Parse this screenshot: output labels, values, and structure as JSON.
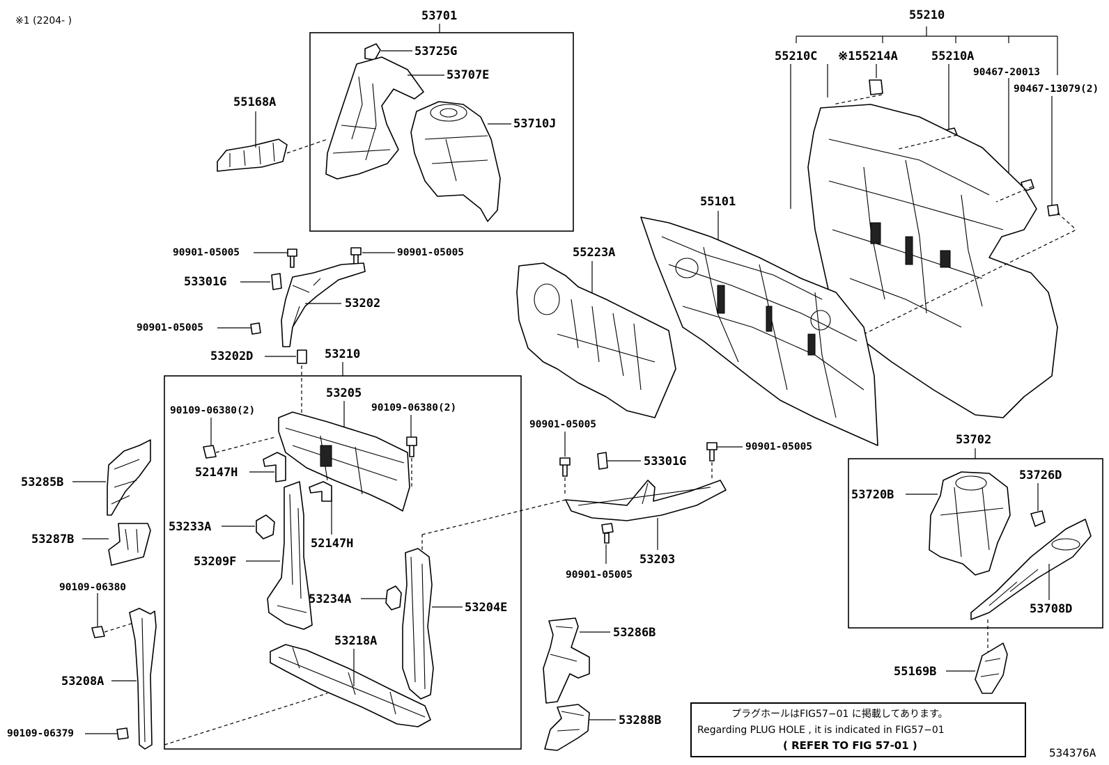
{
  "header_note": "※1 (2204-      )",
  "figure_id": "534376A",
  "note": {
    "line1": "プラグホールはFIG57−01 に掲載してあります。",
    "line2": "Regarding  PLUG HOLE , it is  indicated  in  FIG57−01",
    "line3": "(    REFER  TO  FIG  57-01   )"
  },
  "parts": {
    "p53701": "53701",
    "p53725G": "53725G",
    "p53707E": "53707E",
    "p53710J": "53710J",
    "p55168A": "55168A",
    "p55210": "55210",
    "p55210C": "55210C",
    "p55214A": "※155214A",
    "p55210A": "55210A",
    "p90467_20013": "90467-20013",
    "p90467_13079": "90467-13079(2)",
    "p55101": "55101",
    "p55223A": "55223A",
    "p90901_05005_a": "90901-05005",
    "p90901_05005_b": "90901-05005",
    "p53301G_a": "53301G",
    "p53202": "53202",
    "p90901_05005_c": "90901-05005",
    "p53202D": "53202D",
    "p53210": "53210",
    "p53205": "53205",
    "p90109_06380_2a": "90109-06380(2)",
    "p90109_06380_2b": "90109-06380(2)",
    "p52147H_a": "52147H",
    "p53233A": "53233A",
    "p52147H_b": "52147H",
    "p53209F": "53209F",
    "p53234A": "53234A",
    "p53204E": "53204E",
    "p53218A": "53218A",
    "p53285B": "53285B",
    "p53287B": "53287B",
    "p90109_06380": "90109-06380",
    "p53208A": "53208A",
    "p90109_06379": "90109-06379",
    "p90901_05005_d": "90901-05005",
    "p53301G_b": "53301G",
    "p90901_05005_e": "90901-05005",
    "p53203": "53203",
    "p90901_05005_f": "90901-05005",
    "p53702": "53702",
    "p53720B": "53720B",
    "p53726D": "53726D",
    "p53708D": "53708D",
    "p53286B": "53286B",
    "p53288B": "53288B",
    "p55169B": "55169B"
  }
}
